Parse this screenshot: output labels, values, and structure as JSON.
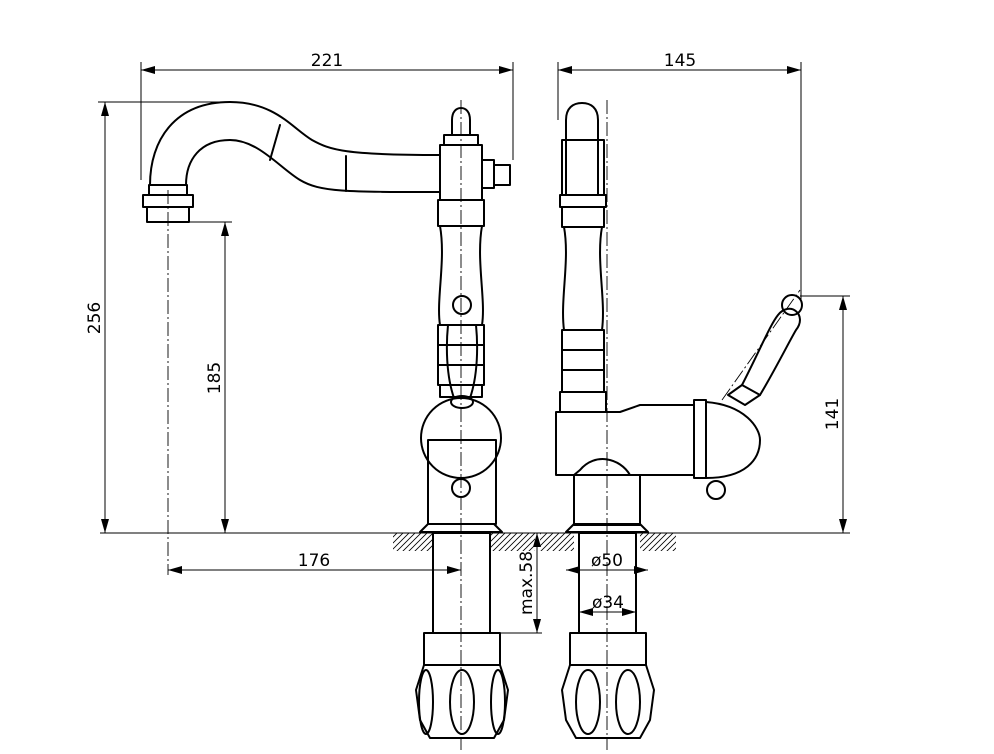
{
  "dimensions": {
    "front_width": "221",
    "side_width": "145",
    "total_height": "256",
    "spout_height": "185",
    "spout_reach": "176",
    "max_thickness": "max.58",
    "base_diameter": "ø50",
    "hole_diameter": "ø34",
    "handle_height": "141"
  },
  "colors": {
    "line": "#000000",
    "background": "#ffffff"
  }
}
